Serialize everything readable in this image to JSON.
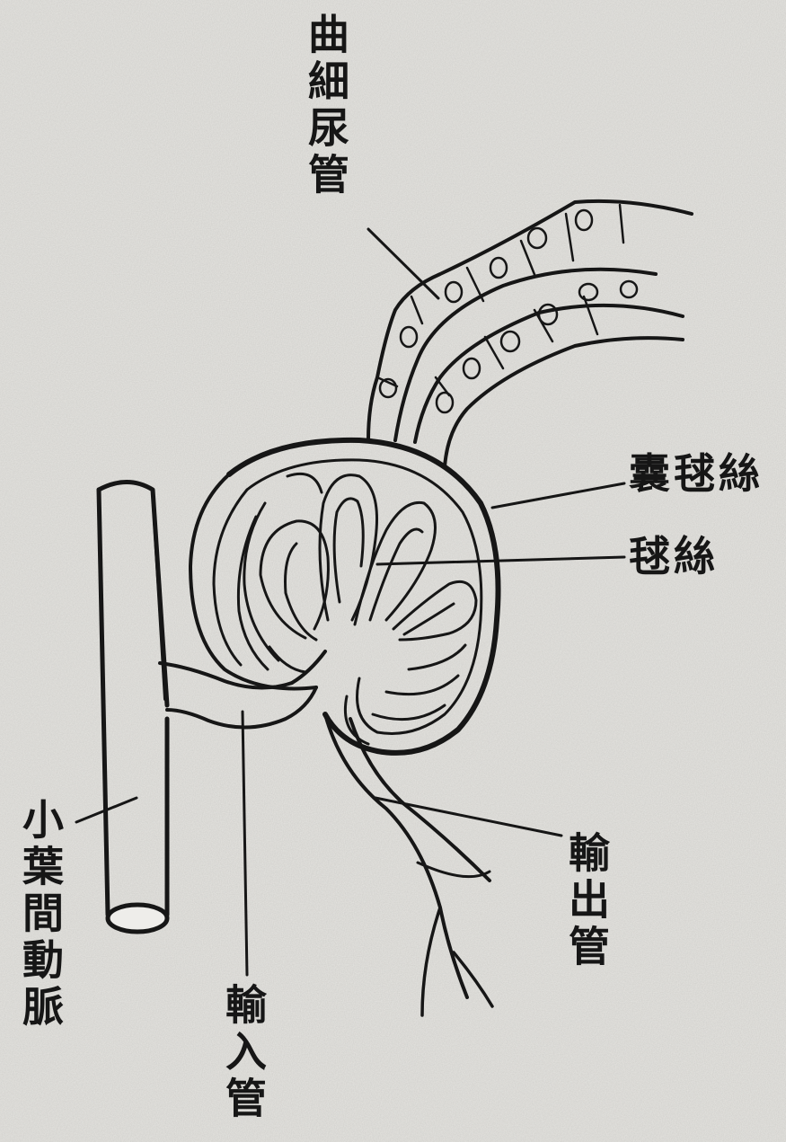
{
  "labels": {
    "convoluted_tubule": "曲細尿管",
    "capsule": "囊毬絲",
    "glomerulus": "毬絲",
    "efferent": "輸出管",
    "interlobular_artery": "小葉間動脈",
    "afferent": "輸入管"
  },
  "colors": {
    "paper": "#e6e5e1",
    "ink": "#161616"
  }
}
